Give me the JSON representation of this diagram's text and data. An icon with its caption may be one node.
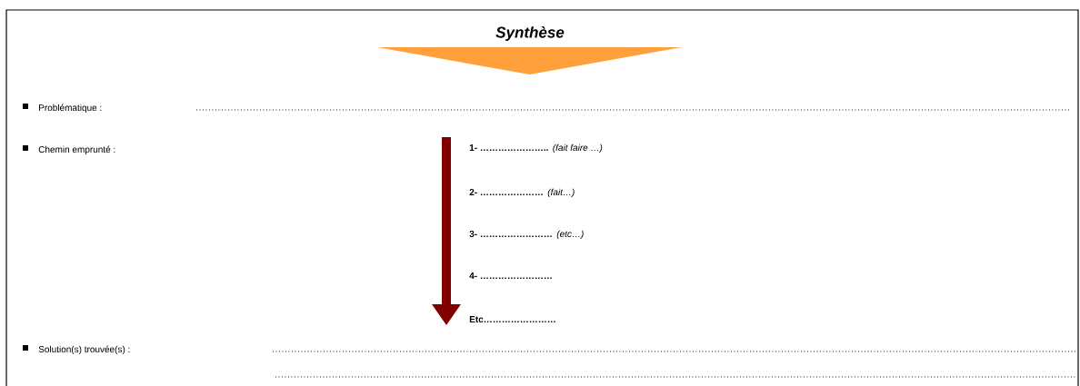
{
  "diagram": {
    "title": "Synthèse",
    "nodes": [
      {
        "text": [],
        "shape": "triangle"
      }
    ],
    "labels": [
      "Problématique :",
      "Chemin emprunté  :",
      "1- …………………..",
      "(fait faire …)",
      "2-  …………………",
      "(fait…)",
      "3- ……………………",
      "(etc…)",
      "4- ……………………",
      "Etc……………………",
      "Solution(s) trouvée(s) :"
    ]
  }
}
